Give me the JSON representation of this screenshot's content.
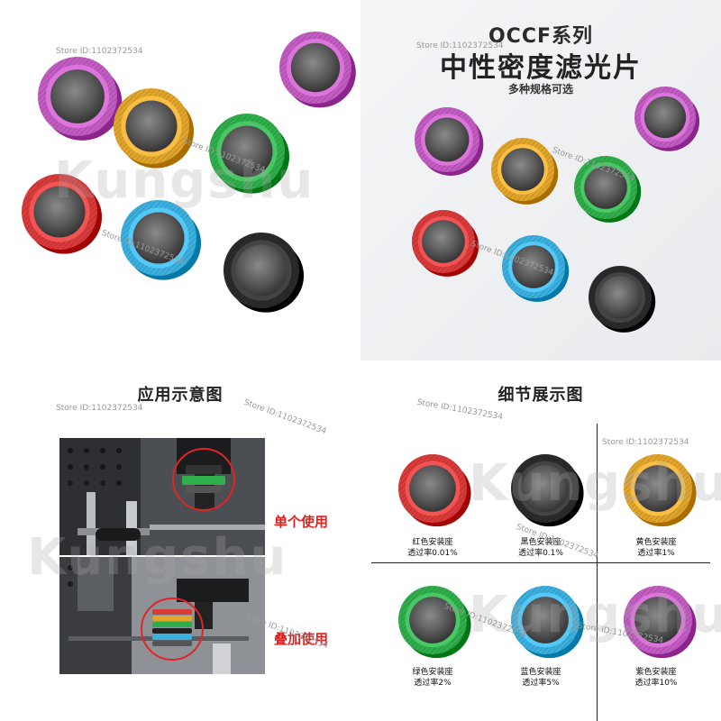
{
  "store_watermark": "Store ID:1102372534",
  "brand_watermark": "Kungshu",
  "panel_tr": {
    "series": "OCCF系列",
    "title": "中性密度滤光片",
    "subtitle": "多种规格可选"
  },
  "panel_bl": {
    "title": "应用示意图",
    "single_label": "单个使用",
    "stacked_label": "叠加使用"
  },
  "panel_br": {
    "title": "细节展示图",
    "items": [
      {
        "name": "红色安装座",
        "transmittance": "透过率0.01%",
        "color": "#d93a3a"
      },
      {
        "name": "黑色安装座",
        "transmittance": "透过率0.1%",
        "color": "#2a2a2a"
      },
      {
        "name": "黄色安装座",
        "transmittance": "透过率1%",
        "color": "#e1a52b"
      },
      {
        "name": "绿色安装座",
        "transmittance": "透过率2%",
        "color": "#2fae4b"
      },
      {
        "name": "蓝色安装座",
        "transmittance": "透过率5%",
        "color": "#3bb0de"
      },
      {
        "name": "紫色安装座",
        "transmittance": "透过率10%",
        "color": "#c25bc2"
      }
    ]
  }
}
